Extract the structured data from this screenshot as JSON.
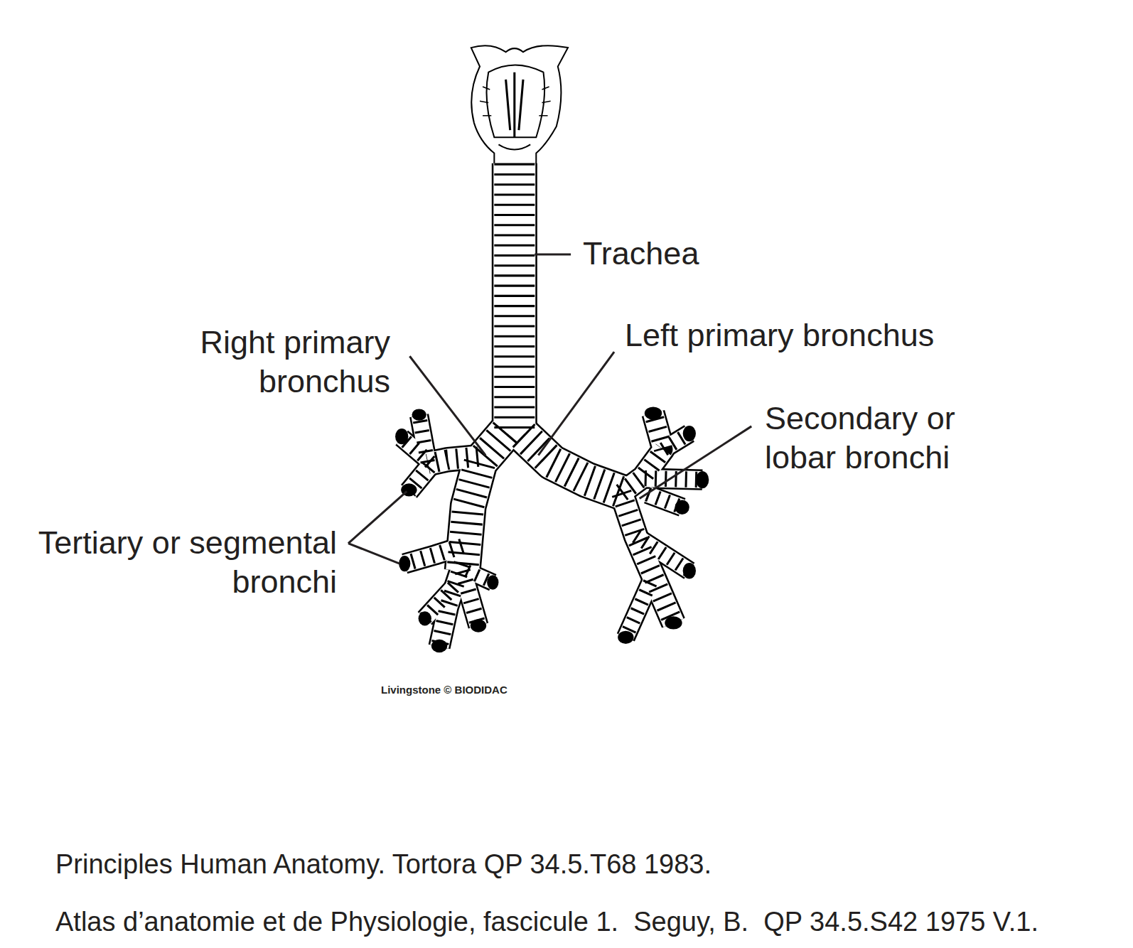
{
  "diagram": {
    "labels": [
      "Trachea",
      "Right primary bronchus",
      "Left primary bronchus",
      "Secondary or lobar bronchi",
      "Tertiary or segmental bronchi",
      "Livingstone © BIODIDAC",
      "Principles Human Anatomy. Tortora QP 34.5.T68 1983.",
      "Atlas d’anatomie et de Physiologie, fascicule 1.  Seguy, B.  QP 34.5.S42 1975 V.1."
    ]
  }
}
